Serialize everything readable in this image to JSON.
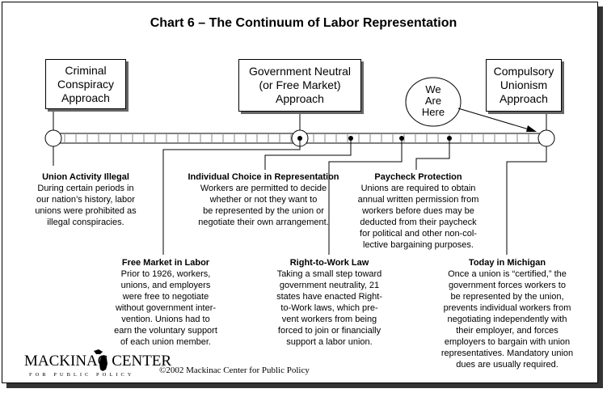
{
  "title": "Chart 6 – The Continuum of Labor Representation",
  "boxes": {
    "left": "Criminal\nConspiracy\nApproach",
    "middle": "Government Neutral\n(or Free Market)\nApproach",
    "right": "Compulsory\nUnionism\nApproach"
  },
  "callout": "We\nAre\nHere",
  "items": {
    "union_activity": {
      "heading": "Union Activity Illegal",
      "body": "During certain periods in\nour nation’s history, labor\nunions were prohibited as\nillegal conspiracies."
    },
    "individual_choice": {
      "heading": "Individual Choice in\nRepresentation",
      "body": "Workers are permitted to decide\nwhether or not they want to\nbe represented by the union or\nnegotiate their own arrangement."
    },
    "paycheck_protection": {
      "heading": "Paycheck Protection",
      "body": "Unions are required to obtain\nannual written permission from\nworkers before dues may be\ndeducted from their paycheck\nfor political and other non-col-\nlective bargaining purposes."
    },
    "free_market": {
      "heading": "Free Market in Labor",
      "body": "Prior to 1926, workers,\nunions, and employers\nwere free to negotiate\nwithout government inter-\nvention. Unions had to\nearn the voluntary support\nof each union member."
    },
    "right_to_work": {
      "heading": "Right-to-Work Law",
      "body": "Taking a small step toward\ngovernment neutrality, 21\nstates have enacted Right-\nto-Work laws, which pre-\nvent workers from being\nforced to join or financially\nsupport a labor union."
    },
    "today_michigan": {
      "heading": "Today in Michigan",
      "body": "Once a union is “certified,” the\ngovernment forces workers to\nbe represented by the union,\nprevents individual workers from\nnegotiating independently with\ntheir employer, and forces\nemployers to bargain with union\nrepresentatives. Mandatory union\ndues are usually required."
    }
  },
  "logo": {
    "name": "MACKINAC CENTER",
    "subtitle": "FOR PUBLIC POLICY",
    "icon": "michigan-map-icon"
  },
  "copyright": "©2002 Mackinac Center for Public Policy"
}
